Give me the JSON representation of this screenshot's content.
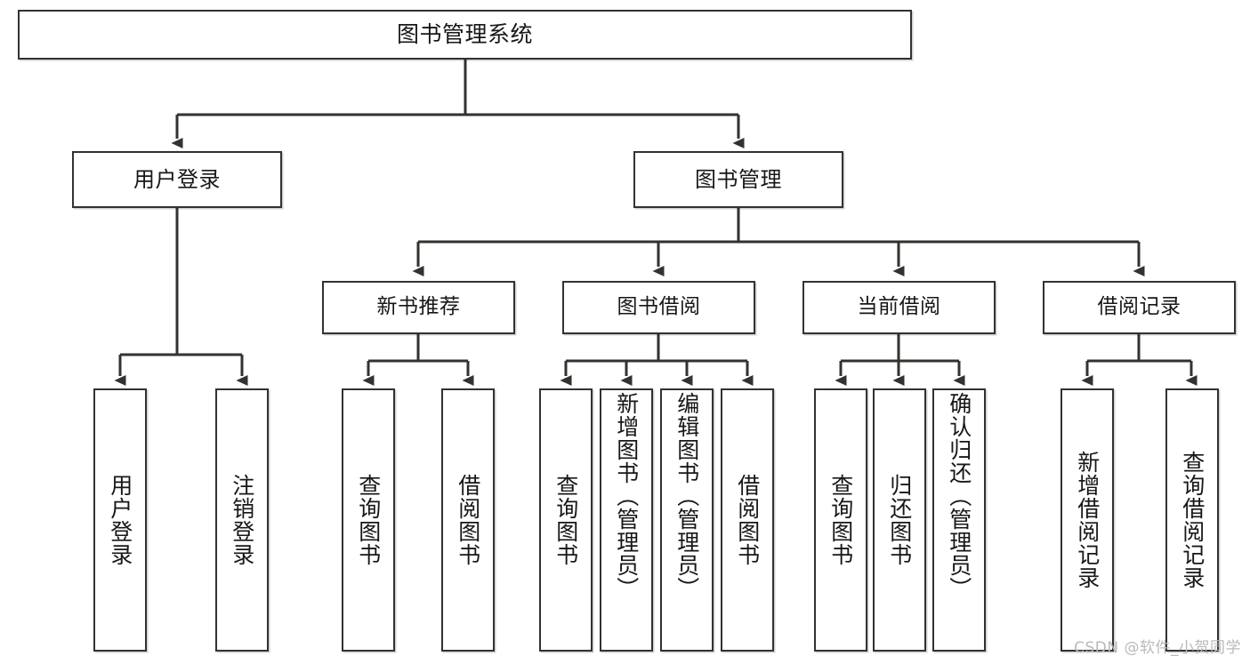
{
  "diagram": {
    "title": "图书管理系统",
    "type": "tree-hierarchy",
    "colors": {
      "box_border": "#33322f",
      "box_fill": "#ffffff",
      "connector": "#33322f",
      "text": "#171717",
      "watermark": "#b9b9b9"
    },
    "root": {
      "label": "图书管理系统"
    },
    "level1": [
      {
        "label": "用户登录"
      },
      {
        "label": "图书管理"
      }
    ],
    "level2": [
      {
        "label": "新书推荐"
      },
      {
        "label": "图书借阅"
      },
      {
        "label": "当前借阅"
      },
      {
        "label": "借阅记录"
      }
    ],
    "leaves": {
      "user_login": [
        {
          "label": "用户登录"
        },
        {
          "label": "注销登录"
        }
      ],
      "new_book_recommend": [
        {
          "label": "查询图书"
        },
        {
          "label": "借阅图书"
        }
      ],
      "book_borrow": [
        {
          "label": "查询图书"
        },
        {
          "label": "新增图书（管理员）"
        },
        {
          "label": "编辑图书（管理员）"
        },
        {
          "label": "借阅图书"
        }
      ],
      "current_borrow": [
        {
          "label": "查询图书"
        },
        {
          "label": "归还图书"
        },
        {
          "label": "确认归还（管理员）"
        }
      ],
      "borrow_record": [
        {
          "label": "新增借阅记录"
        },
        {
          "label": "查询借阅记录"
        }
      ]
    }
  },
  "watermark": {
    "text": "CSDN @软件_小贺同学"
  }
}
